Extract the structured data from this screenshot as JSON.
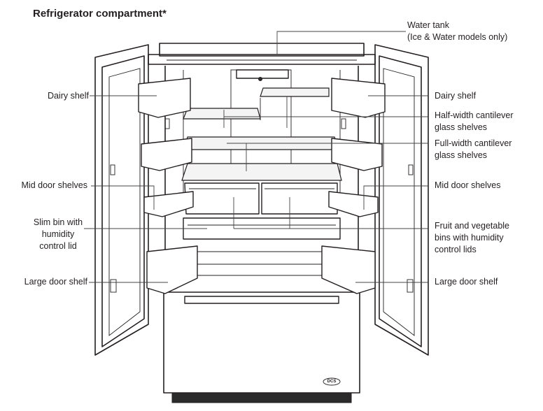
{
  "title": "Refrigerator compartment*",
  "callouts": {
    "water_tank": {
      "line1": "Water tank",
      "line2": "(Ice & Water models only)"
    },
    "dairy_shelf_left": "Dairy shelf",
    "dairy_shelf_right": "Dairy shelf",
    "half_width": {
      "line1": "Half-width cantilever",
      "line2": "glass shelves"
    },
    "full_width": {
      "line1": "Full-width cantilever",
      "line2": "glass shelves"
    },
    "mid_door_left": "Mid door shelves",
    "mid_door_right": "Mid door shelves",
    "slim_bin": {
      "line1": "Slim bin with",
      "line2": "humidity",
      "line3": "control lid"
    },
    "fruit_veg": {
      "line1": "Fruit and vegetable",
      "line2": "bins with humidity",
      "line3": "control lids"
    },
    "large_door_left": "Large door shelf",
    "large_door_right": "Large door shelf"
  },
  "logo_text": "DCS"
}
